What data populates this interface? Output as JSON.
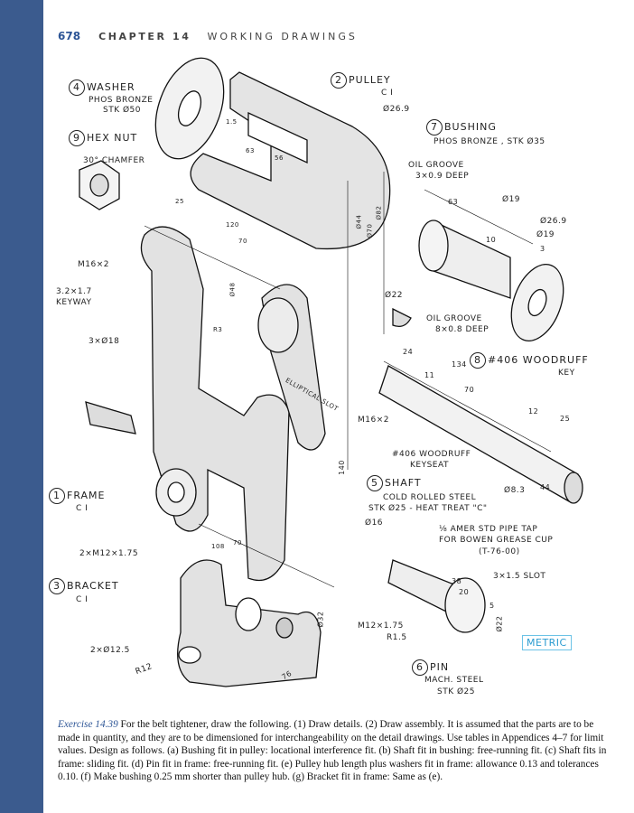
{
  "header": {
    "page_number": "678",
    "chapter": "CHAPTER 14",
    "title": "WORKING DRAWINGS"
  },
  "parts": [
    {
      "num": "4",
      "name": "WASHER",
      "lines": [
        "PHOS BRONZE",
        "STK Ø50"
      ]
    },
    {
      "num": "2",
      "name": "PULLEY",
      "lines": [
        "C I"
      ]
    },
    {
      "num": "9",
      "name": "HEX NUT",
      "lines": []
    },
    {
      "num": "7",
      "name": "BUSHING",
      "lines": [
        "PHOS BRONZE , STK Ø35"
      ]
    },
    {
      "num": "8",
      "name": "#406 WOODRUFF",
      "lines": [
        "KEY"
      ]
    },
    {
      "num": "5",
      "name": "SHAFT",
      "lines": [
        "COLD ROLLED STEEL",
        "STK Ø25 - HEAT TREAT \"C\""
      ]
    },
    {
      "num": "1",
      "name": "FRAME",
      "lines": [
        "C I"
      ]
    },
    {
      "num": "3",
      "name": "BRACKET",
      "lines": [
        "C I"
      ]
    },
    {
      "num": "6",
      "name": "PIN",
      "lines": [
        "MACH. STEEL",
        "STK Ø25"
      ]
    }
  ],
  "notes": [
    "30° CHAMFER",
    "M16×2",
    "3.2×1.7",
    "KEYWAY",
    "3×Ø18",
    "Ø26.9",
    "OIL GROOVE",
    "3×0.9 DEEP",
    "Ø19",
    "Ø26.9",
    "Ø19",
    "Ø22",
    "OIL GROOVE",
    "8×0.8 DEEP",
    "M16×2",
    "#406 WOODRUFF",
    "KEYSEAT",
    "Ø16",
    "⅛ AMER STD PIPE TAP",
    "FOR BOWEN GREASE CUP",
    "(T-76-00)",
    "2×M12×1.75",
    "3×1.5 SLOT",
    "M12×1.75",
    "R1.5",
    "2×Ø12.5",
    "Ø8.3",
    "ELLIPTICAL SLOT",
    "R12"
  ],
  "dims": [
    "1.5",
    "63",
    "56",
    "Ø44",
    "Ø70",
    "Ø82",
    "25",
    "120",
    "70",
    "Ø48",
    "R3",
    "140",
    "108",
    "70",
    "134",
    "24",
    "11",
    "70",
    "12",
    "25",
    "44",
    "38",
    "20",
    "5",
    "Ø22",
    "Ø32",
    "76",
    "3",
    "10",
    "63"
  ],
  "badge": "METRIC",
  "caption": {
    "label": "Exercise 14.39",
    "text": " For the belt tightener, draw the following. (1) Draw details. (2) Draw assembly. It is assumed that the parts are to be made in quantity, and they are to be dimensioned for interchangeability on the detail drawings. Use tables in Appendices 4–7 for limit values. Design as follows. (a) Bushing fit in pulley: locational interference fit. (b) Shaft fit in bushing: free-running fit. (c) Shaft fits in frame: sliding fit. (d) Pin fit in frame: free-running fit. (e) Pulley hub length plus washers fit in frame: allowance 0.13 and tolerances 0.10. (f) Make bushing 0.25 mm shorter than pulley hub. (g) Bracket fit in frame: Same as (e)."
  }
}
